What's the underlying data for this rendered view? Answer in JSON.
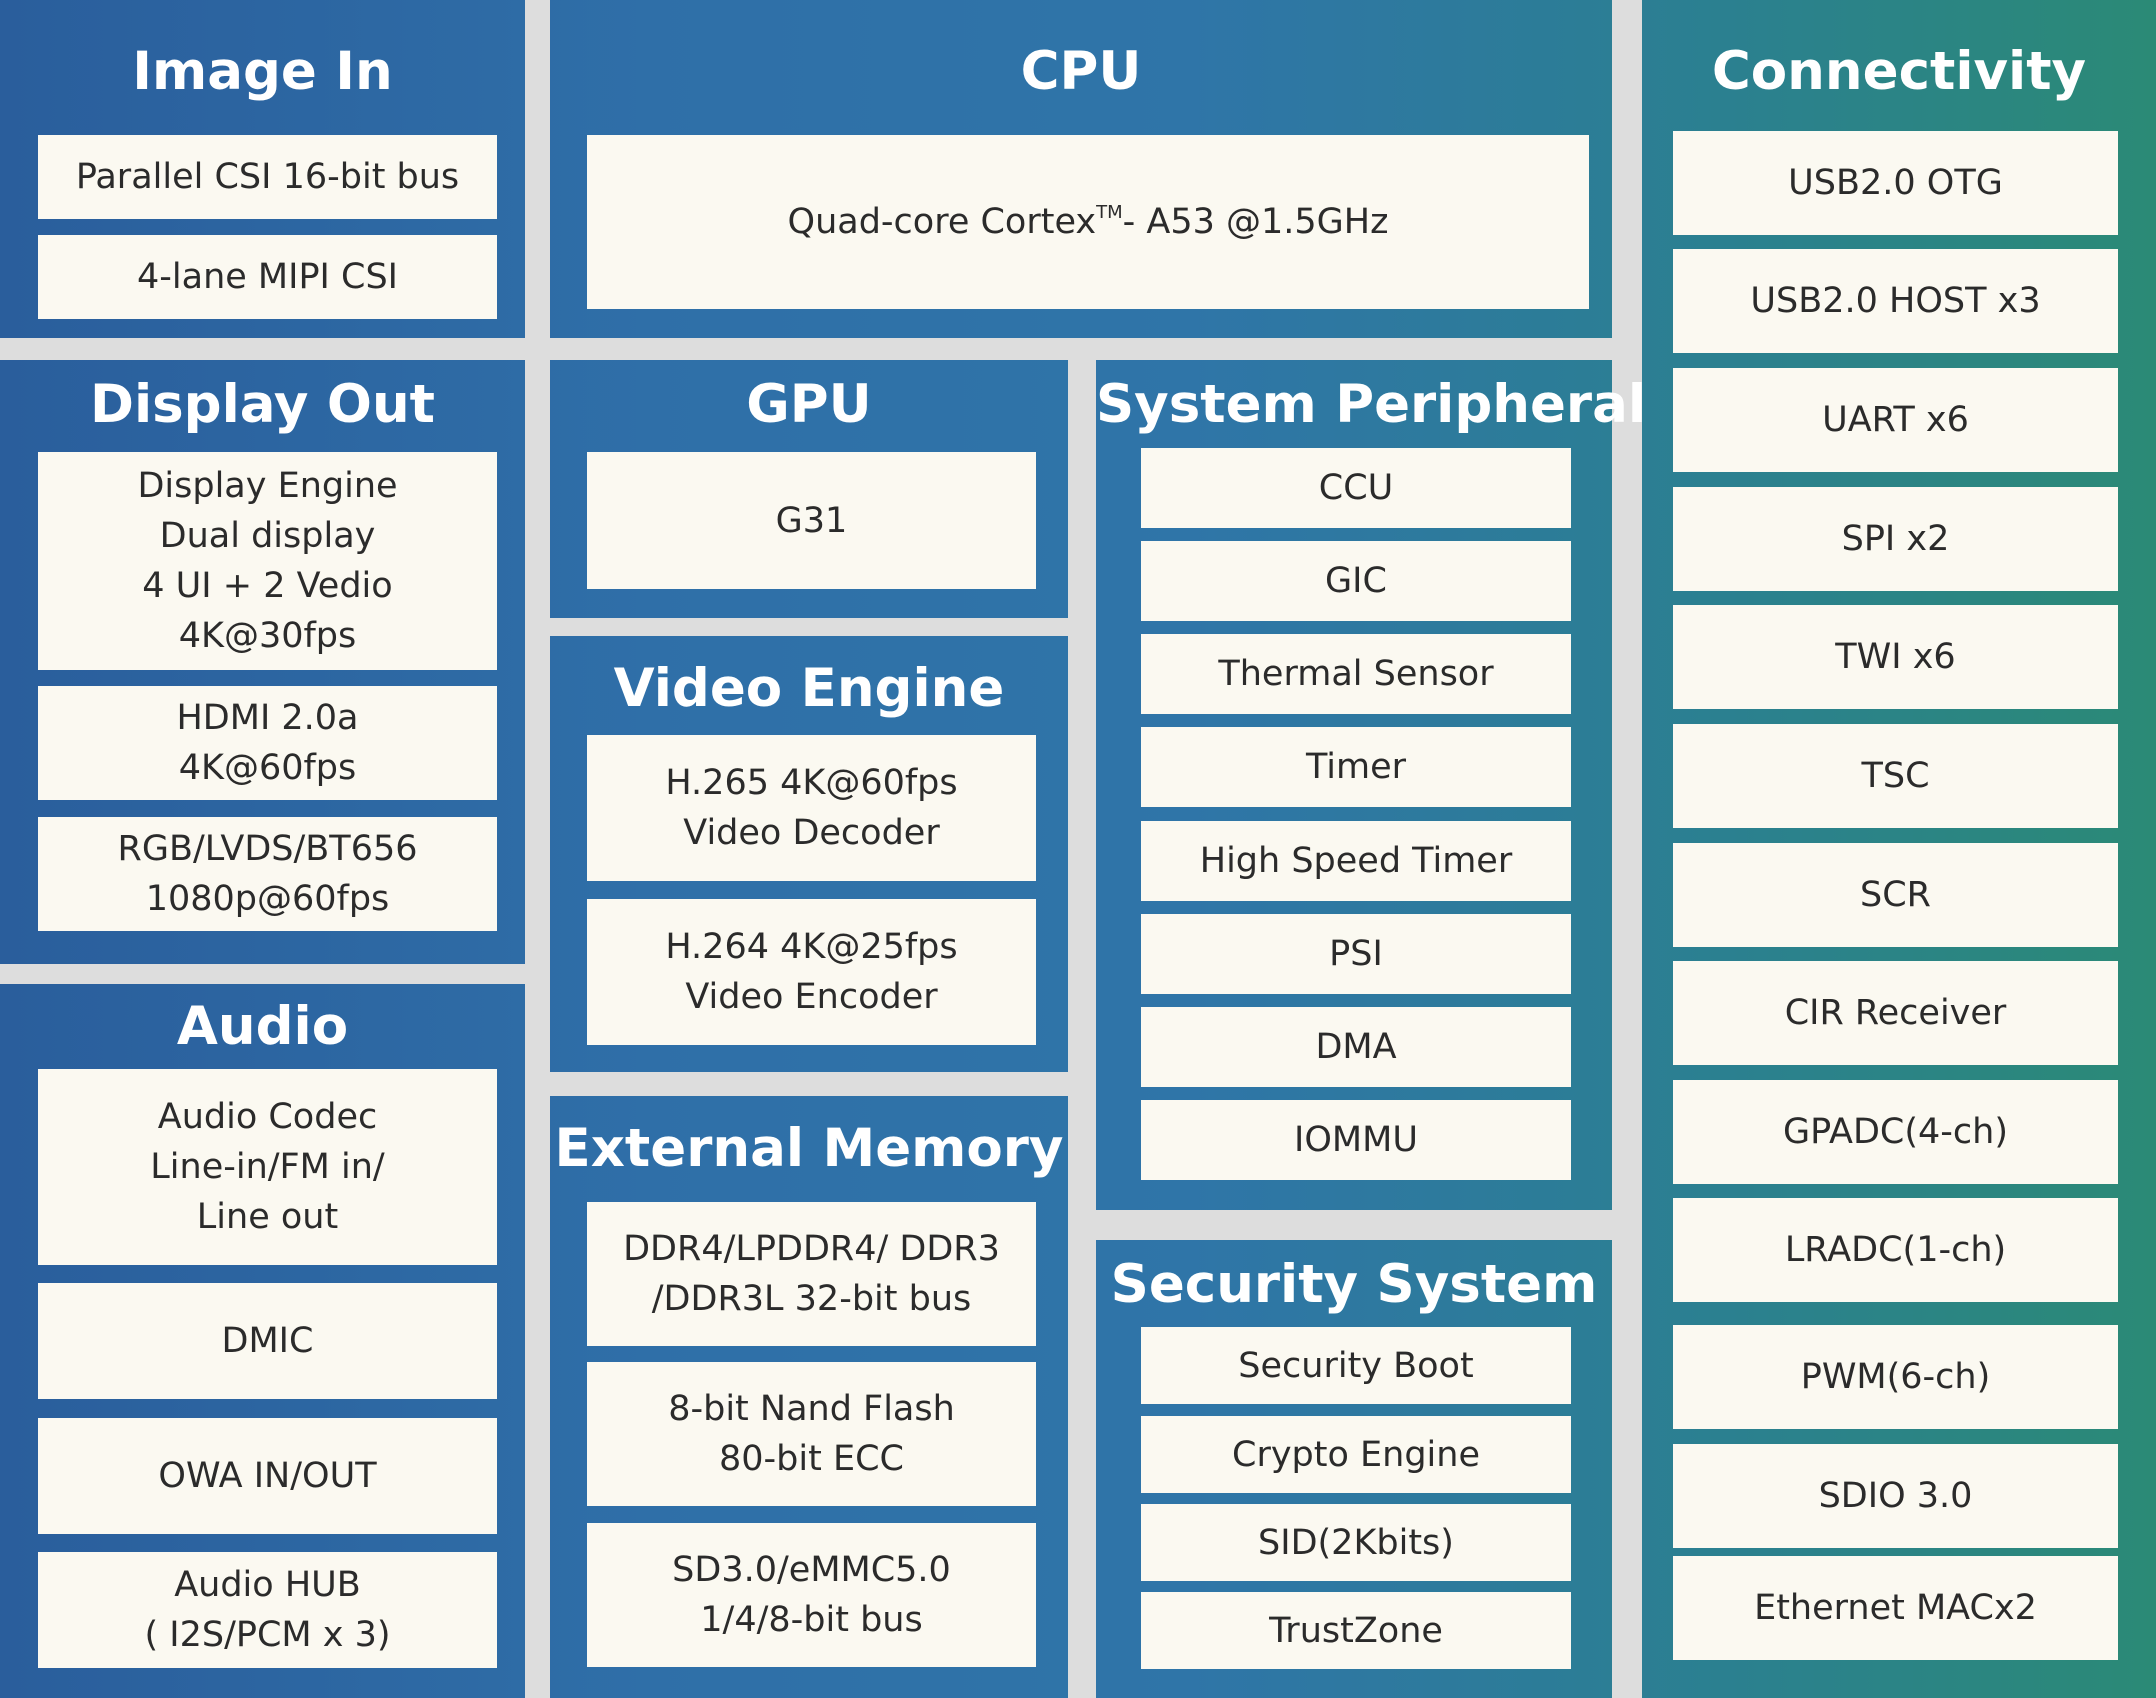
{
  "image_in": {
    "title": "Image In",
    "items": [
      "Parallel CSI 16-bit bus",
      "4-lane MIPI CSI"
    ]
  },
  "cpu": {
    "title": "CPU",
    "item_prefix": "Quad-core Cortex",
    "item_sup": "TM",
    "item_suffix": "- A53 @1.5GHz"
  },
  "connectivity": {
    "title": "Connectivity",
    "items": [
      "USB2.0 OTG",
      "USB2.0 HOST x3",
      "UART x6",
      "SPI x2",
      "TWI x6",
      "TSC",
      "SCR",
      "CIR Receiver",
      "GPADC(4-ch)",
      "LRADC(1-ch)",
      "PWM(6-ch)",
      "SDIO 3.0",
      "Ethernet MACx2"
    ]
  },
  "display_out": {
    "title": "Display Out",
    "items": [
      [
        "Display Engine",
        "Dual display",
        "4 UI  + 2 Vedio",
        "4K@30fps"
      ],
      [
        "HDMI 2.0a",
        "4K@60fps"
      ],
      [
        "RGB/LVDS/BT656",
        "1080p@60fps"
      ]
    ]
  },
  "gpu": {
    "title": "GPU",
    "items": [
      "G31"
    ]
  },
  "system_peripheral": {
    "title": "System Peripheral",
    "items": [
      "CCU",
      "GIC",
      "Thermal Sensor",
      "Timer",
      "High Speed Timer",
      "PSI",
      "DMA",
      "IOMMU"
    ]
  },
  "video_engine": {
    "title": "Video Engine",
    "items": [
      [
        "H.265 4K@60fps",
        "Video Decoder"
      ],
      [
        "H.264 4K@25fps",
        "Video Encoder"
      ]
    ]
  },
  "audio": {
    "title": "Audio",
    "items": [
      [
        "Audio Codec",
        "Line-in/FM in/",
        "Line out"
      ],
      [
        "DMIC"
      ],
      [
        "OWA IN/OUT"
      ],
      [
        "Audio HUB",
        "( I2S/PCM x 3)"
      ]
    ]
  },
  "external_memory": {
    "title": "External Memory",
    "items": [
      [
        "DDR4/LPDDR4/ DDR3",
        "/DDR3L 32-bit bus"
      ],
      [
        "8-bit Nand Flash",
        "80-bit ECC"
      ],
      [
        "SD3.0/eMMC5.0",
        "1/4/8-bit bus"
      ]
    ]
  },
  "security_system": {
    "title": "Security System",
    "items": [
      "Security Boot",
      "Crypto Engine",
      "SID(2Kbits)",
      "TrustZone"
    ]
  }
}
